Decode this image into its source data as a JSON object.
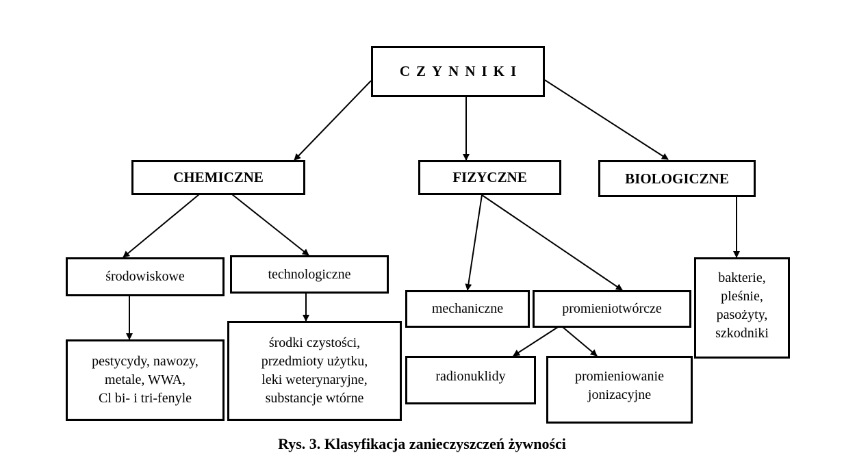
{
  "root": "CZYNNIKI",
  "categories": {
    "chemical": "CHEMICZNE",
    "physical": "FIZYCZNE",
    "biological": "BIOLOGICZNE"
  },
  "chemical": {
    "environmental": "środowiskowe",
    "technological": "technologiczne",
    "environmental_examples": "pestycydy, nawozy,\nmetale, WWA,\nCl bi- i tri-fenyle",
    "technological_examples": "środki czystości,\nprzedmioty użytku,\nleki weterynaryjne,\nsubstancje wtórne"
  },
  "physical": {
    "mechanical": "mechaniczne",
    "radioactive": "promieniotwórcze",
    "radionuclides": "radionuklidy",
    "ionizing": "promieniowanie\njonizacyjne"
  },
  "biological": {
    "examples": "bakterie,\npleśnie,\npasożyty,\nszkodniki"
  },
  "caption": "Rys. 3. Klasyfikacja zanieczyszczeń żywności"
}
